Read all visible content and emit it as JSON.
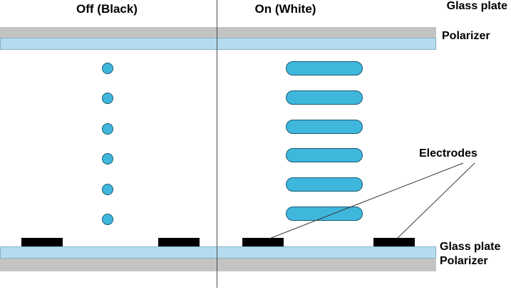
{
  "diagram": {
    "titles": {
      "off": "Off (Black)",
      "on": "On (White)"
    },
    "labels": {
      "glass_plate_top": "Glass plate",
      "polarizer_top": "Polarizer",
      "electrodes": "Electrodes",
      "glass_plate_bottom": "Glass plate",
      "polarizer_bottom": "Polarizer"
    },
    "molecules": {
      "off_count": 6,
      "on_count": 6
    },
    "colors": {
      "glass_plate": "#c3c3c3",
      "polarizer": "#b4dcee",
      "molecule": "#3fb7dd",
      "molecule_outline": "#1c5a73",
      "electrode": "#000000",
      "line": "#3a3a3a",
      "background": "#ffffff"
    }
  }
}
